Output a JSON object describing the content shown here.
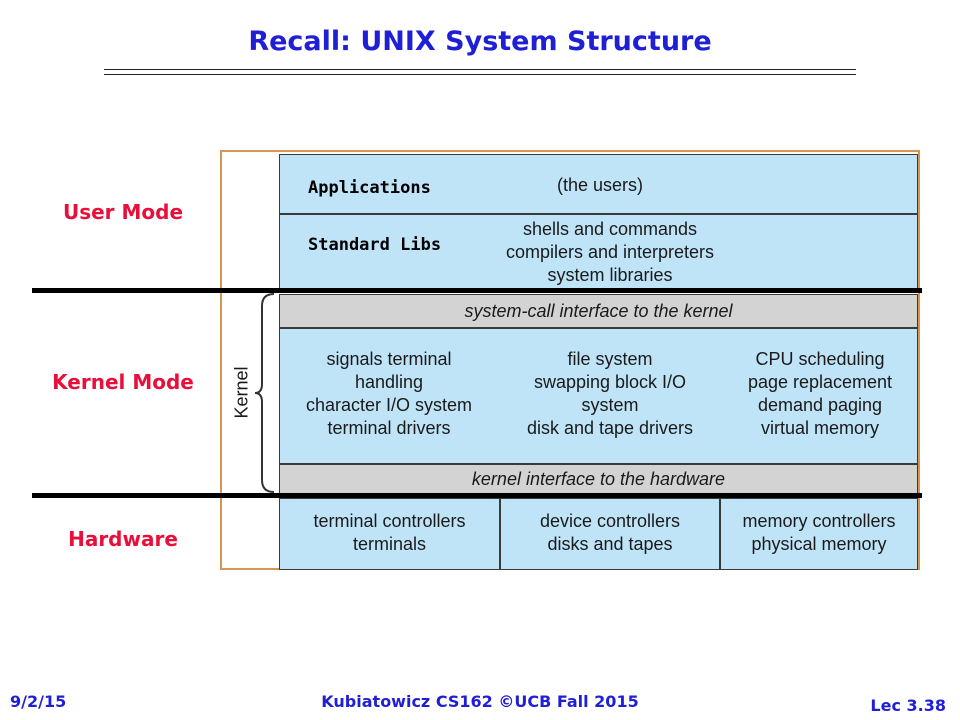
{
  "title": "Recall: UNIX System Structure",
  "modes": {
    "user": "User Mode",
    "kernel": "Kernel Mode",
    "hardware": "Hardware"
  },
  "layer_labels": {
    "applications": "Applications",
    "standard_libs": "Standard Libs"
  },
  "kernel_label": "Kernel",
  "diagram": {
    "users": "(the users)",
    "shells": "shells and commands\ncompilers and interpreters\nsystem libraries",
    "syscall": "system-call interface to the kernel",
    "kernel_cols": [
      "signals terminal\nhandling\ncharacter I/O system\nterminal drivers",
      "file system\nswapping block I/O\nsystem\ndisk and tape drivers",
      "CPU scheduling\npage replacement\ndemand paging\nvirtual memory"
    ],
    "hw_interface": "kernel interface to the hardware",
    "hw_cols": [
      "terminal controllers\nterminals",
      "device controllers\ndisks and tapes",
      "memory controllers\nphysical memory"
    ]
  },
  "footer": {
    "date": "9/2/15",
    "course": "Kubiatowicz CS162 ©UCB Fall 2015",
    "lecture": "Lec 3.38"
  }
}
